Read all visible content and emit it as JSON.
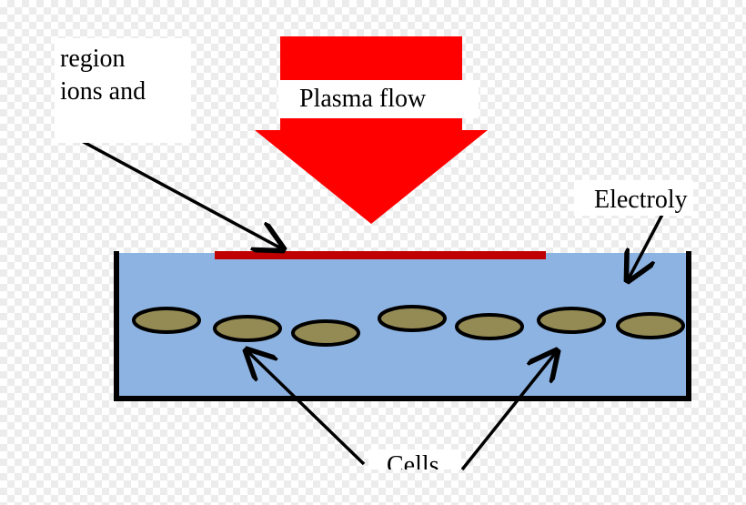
{
  "labels": {
    "region_line1": "region",
    "region_line2": "ions and",
    "plasma": "Plasma flow",
    "electrolyte": "Electroly",
    "cells": "Cells"
  },
  "colors": {
    "arrow_fill": "#ff0000",
    "electrolyte_fill": "#8db3e2",
    "treated_layer": "#c00000",
    "cell_fill": "#948a54",
    "outline": "#000000"
  },
  "icons": {
    "plasma_arrow": "large-down-arrow",
    "pointer": "thin-arrow"
  }
}
